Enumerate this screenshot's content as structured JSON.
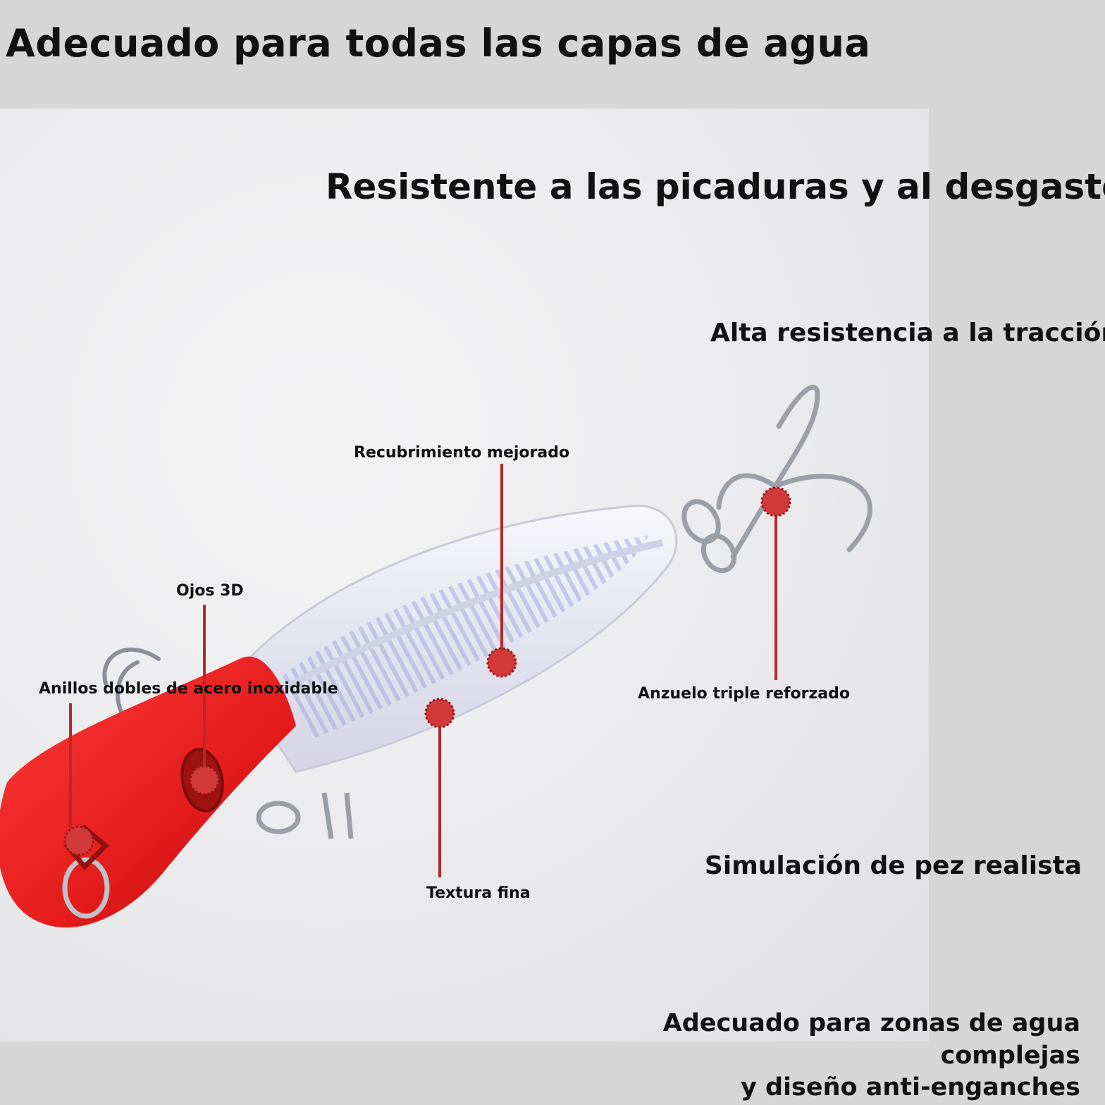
{
  "title": "Adecuado para todas las capas de agua",
  "headline": "Resistente a las picaduras y al desgaste",
  "features": {
    "tensile": "Alta resistencia a la tracción",
    "realistic": "Simulación de pez realista",
    "complex_water_line1": "Adecuado para zonas de agua complejas",
    "complex_water_line2": "y diseño anti-enganches"
  },
  "callouts": {
    "coating": "Recubrimiento mejorado",
    "eyes": "Ojos 3D",
    "rings": "Anillos dobles de acero inoxidable",
    "hook": "Anzuelo triple reforzado",
    "texture": "Textura fina"
  },
  "colors": {
    "lure_head": "#e31b1b",
    "marker": "#d23a3a",
    "leader_line": "#b52a2a"
  }
}
